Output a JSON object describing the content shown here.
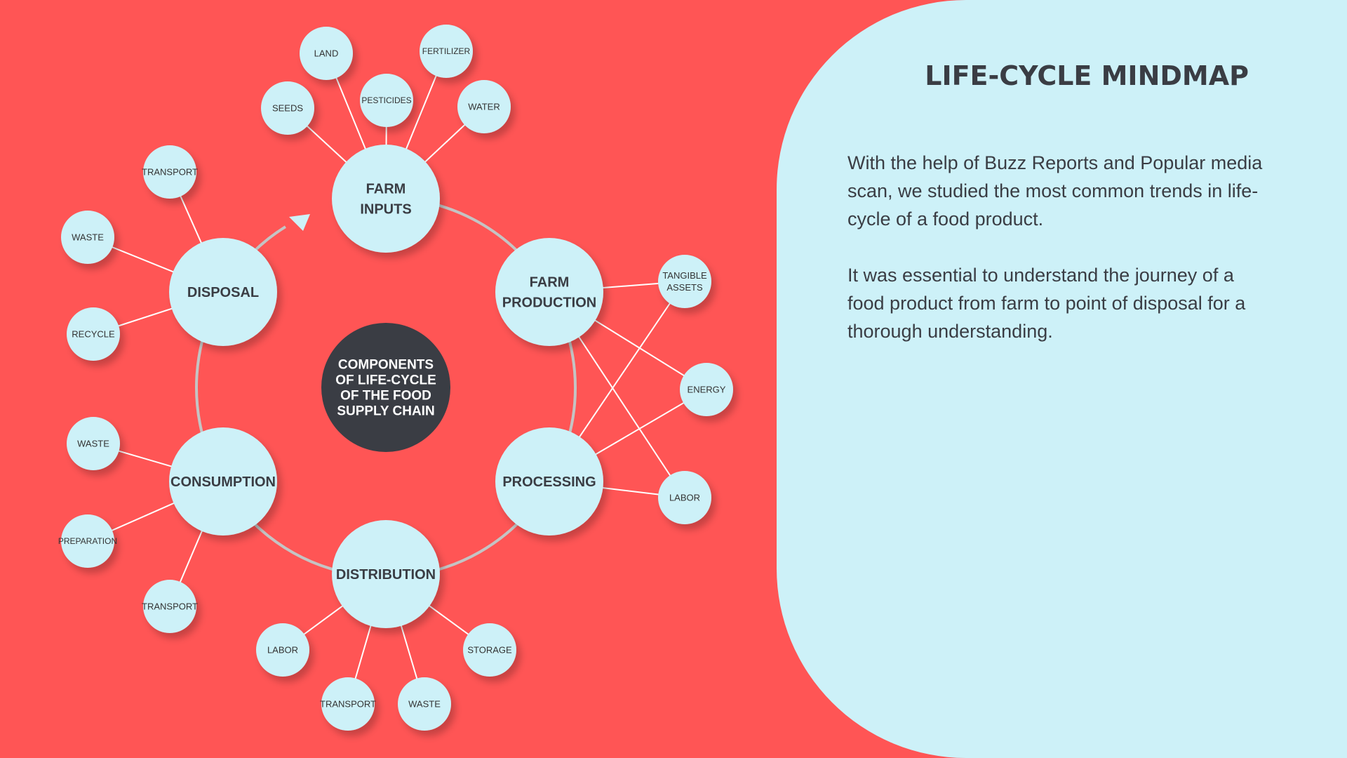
{
  "panel": {
    "title": "LIFE-CYCLE MINDMAP",
    "paragraphs": [
      "With the help of Buzz Reports and Popular media scan, we studied the most common trends in life-cycle of a food product.",
      "It was essential to understand the journey of a food product from farm to point of disposal for a thorough understanding."
    ]
  },
  "colors": {
    "background": "#FF5555",
    "panel": "#CDF1F8",
    "node": "#CDF1F8",
    "center": "#3A3D44",
    "text": "#3A3D44",
    "ring": "#C4C4C4",
    "connector": "#FFFFFF"
  },
  "diagram": {
    "center": [
      "COMPONENTS",
      "OF LIFE-CYCLE",
      "OF THE FOOD",
      "SUPPLY CHAIN"
    ],
    "stages": [
      {
        "id": "farm-inputs",
        "label": [
          "FARM",
          "INPUTS"
        ]
      },
      {
        "id": "farm-production",
        "label": [
          "FARM",
          "PRODUCTION"
        ]
      },
      {
        "id": "processing",
        "label": [
          "PROCESSING"
        ]
      },
      {
        "id": "distribution",
        "label": [
          "DISTRIBUTION"
        ]
      },
      {
        "id": "consumption",
        "label": [
          "CONSUMPTION"
        ]
      },
      {
        "id": "disposal",
        "label": [
          "DISPOSAL"
        ]
      }
    ],
    "leaves": [
      {
        "id": "land",
        "label": [
          "LAND"
        ],
        "connects": [
          "farm-inputs"
        ]
      },
      {
        "id": "fertilizer",
        "label": [
          "FERTILIZER"
        ],
        "connects": [
          "farm-inputs"
        ]
      },
      {
        "id": "seeds",
        "label": [
          "SEEDS"
        ],
        "connects": [
          "farm-inputs"
        ]
      },
      {
        "id": "pesticides",
        "label": [
          "PESTICIDES"
        ],
        "connects": [
          "farm-inputs"
        ]
      },
      {
        "id": "water",
        "label": [
          "WATER"
        ],
        "connects": [
          "farm-inputs"
        ]
      },
      {
        "id": "tangible-assets",
        "label": [
          "TANGIBLE",
          "ASSETS"
        ],
        "connects": [
          "farm-production",
          "processing"
        ]
      },
      {
        "id": "energy",
        "label": [
          "ENERGY"
        ],
        "connects": [
          "farm-production",
          "processing"
        ]
      },
      {
        "id": "labor-processing",
        "label": [
          "LABOR"
        ],
        "connects": [
          "farm-production",
          "processing"
        ]
      },
      {
        "id": "storage",
        "label": [
          "STORAGE"
        ],
        "connects": [
          "distribution"
        ]
      },
      {
        "id": "waste-distribution",
        "label": [
          "WASTE"
        ],
        "connects": [
          "distribution"
        ]
      },
      {
        "id": "transport-distribution",
        "label": [
          "TRANSPORT"
        ],
        "connects": [
          "distribution"
        ]
      },
      {
        "id": "labor-distribution",
        "label": [
          "LABOR"
        ],
        "connects": [
          "distribution"
        ]
      },
      {
        "id": "waste-consumption",
        "label": [
          "WASTE"
        ],
        "connects": [
          "consumption"
        ]
      },
      {
        "id": "preparation",
        "label": [
          "PREPARATION"
        ],
        "connects": [
          "consumption"
        ]
      },
      {
        "id": "transport-consumption",
        "label": [
          "TRANSPORT"
        ],
        "connects": [
          "consumption"
        ]
      },
      {
        "id": "transport-disposal",
        "label": [
          "TRANSPORT"
        ],
        "connects": [
          "disposal"
        ]
      },
      {
        "id": "waste-disposal",
        "label": [
          "WASTE"
        ],
        "connects": [
          "disposal"
        ]
      },
      {
        "id": "recycle",
        "label": [
          "RECYCLE"
        ],
        "connects": [
          "disposal"
        ]
      }
    ]
  }
}
